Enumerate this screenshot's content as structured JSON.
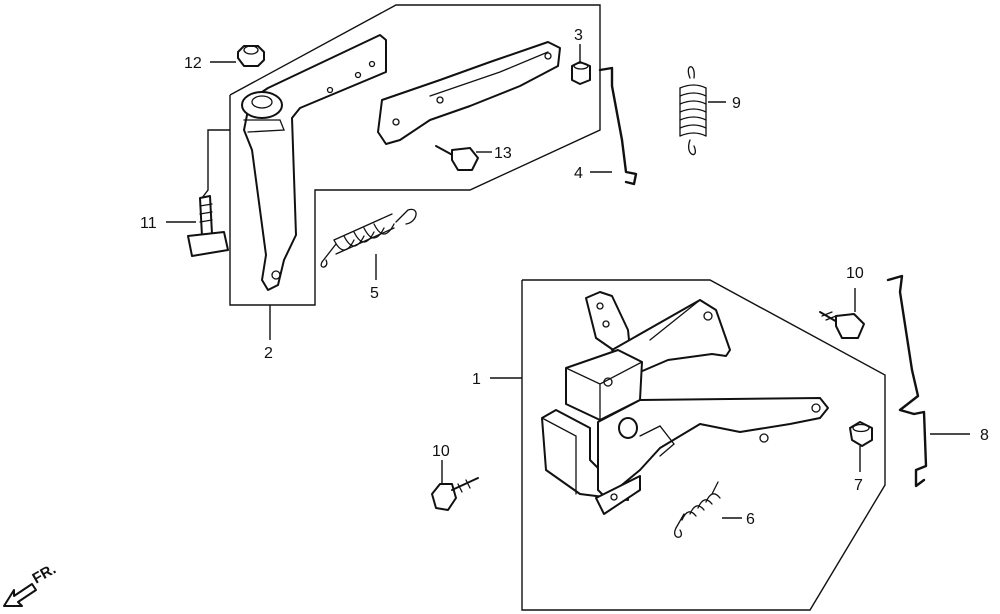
{
  "diagram": {
    "callouts": {
      "p1": "1",
      "p2": "2",
      "p3": "3",
      "p4": "4",
      "p5": "5",
      "p6": "6",
      "p7": "7",
      "p8": "8",
      "p9": "9",
      "p10a": "10",
      "p10b": "10",
      "p11": "11",
      "p12": "12",
      "p13": "13"
    },
    "front_label": "FR."
  }
}
